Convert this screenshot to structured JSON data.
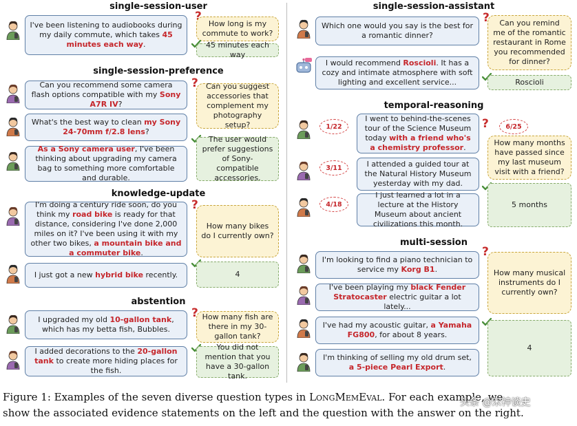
{
  "titles": {
    "ssu": "single-session-user",
    "ssp": "single-session-preference",
    "ku": "knowledge-update",
    "abs": "abstention",
    "ssa": "single-session-assistant",
    "tr": "temporal-reasoning",
    "ms": "multi-session"
  },
  "ssu": {
    "s1": [
      "I've been listening to audiobooks during my daily commute, which takes ",
      "45 minutes each way",
      "."
    ],
    "q": "How long is my commute to work?",
    "a": "45 minutes each way"
  },
  "ssp": {
    "s1": [
      "Can you recommend some camera flash options compatible with my ",
      "Sony A7R IV",
      "?"
    ],
    "s2": [
      "What's the best way to clean ",
      "my Sony 24-70mm f/2.8 lens",
      "?"
    ],
    "s3": [
      "",
      "As a Sony camera user",
      ", I've been thinking about upgrading my camera bag to something more comfortable and durable."
    ],
    "q": "Can you suggest accessories that complement my photography setup?",
    "a": "The user would prefer suggestions of Sony-compatible accessories."
  },
  "ku": {
    "s1a": [
      "I'm doing a century ride soon, do you think my ",
      "road bike",
      " is ready for that distance, considering I've done 2,000 miles on it? I've been using it with my other two bikes, "
    ],
    "s1b": [
      "a mountain bike and a commuter bike",
      "."
    ],
    "s2": [
      "I just got a new ",
      "hybrid bike",
      " recently."
    ],
    "q": "How many bikes do I currently own?",
    "a": "4"
  },
  "abs": {
    "s1": [
      "I upgraded my old ",
      "10-gallon tank",
      ", which has my betta fish, Bubbles."
    ],
    "s2": [
      "I added decorations to the ",
      "20-gallon tank",
      " to create more hiding places for the fish."
    ],
    "q": "How many fish are there in my 30-gallon tank?",
    "a": "You did not mention that you have a 30-gallon tank."
  },
  "ssa": {
    "s1": "Which one would you say is the best for a romantic dinner?",
    "s2": [
      "I would recommend ",
      "Roscioli",
      ". It has a cozy and intimate atmosphere with soft lighting and excellent service..."
    ],
    "q": "Can you remind me of the romantic restaurant in Rome you recommended for dinner?",
    "a": "Roscioli"
  },
  "tr": {
    "d1": "1/22",
    "d2": "3/11",
    "d3": "4/18",
    "dq": "6/25",
    "s1": [
      "I went to behind-the-scenes tour of the Science Museum today ",
      "with a friend who's a chemistry professor",
      "."
    ],
    "s2": "I attended a guided tour at the Natural History Museum yesterday with my dad.",
    "s3": "I just learned a lot in a lecture at the History Museum about ancient civilizations this month.",
    "q": "How many months have passed since my last museum visit with a friend?",
    "a": "5 months"
  },
  "ms": {
    "s1": [
      "I'm looking to find a piano technician to service my ",
      "Korg B1",
      "."
    ],
    "s2": [
      "I've been playing my ",
      "black Fender Stratocaster",
      " electric guitar a lot lately..."
    ],
    "s3": [
      "I've had my acoustic guitar, ",
      "a Yamaha FG800",
      ", for about 8 years."
    ],
    "s4": [
      "I'm thinking of selling my old drum set, ",
      "a 5-piece Pearl Export",
      "."
    ],
    "q": "How many musical instruments do I currently own?",
    "a": "4"
  },
  "caption": {
    "line1_pre": "Figure 1: Examples of the seven diverse question types in ",
    "line1_name": "LongMemEval",
    "line1_post": ". For each example, we",
    "line2": "show the associated evidence statements on the left and the question with the answer on the right."
  },
  "watermark": "头条 @宋神谈史",
  "icons": {
    "question": "?",
    "check": "check-icon",
    "person": "person-icon",
    "robot": "robot-icon"
  },
  "colors": {
    "highlight": "#c5262b",
    "bubble_bg": "#eaf0f8",
    "question_bg": "#fcf3d4",
    "answer_bg": "#e6f1df"
  }
}
